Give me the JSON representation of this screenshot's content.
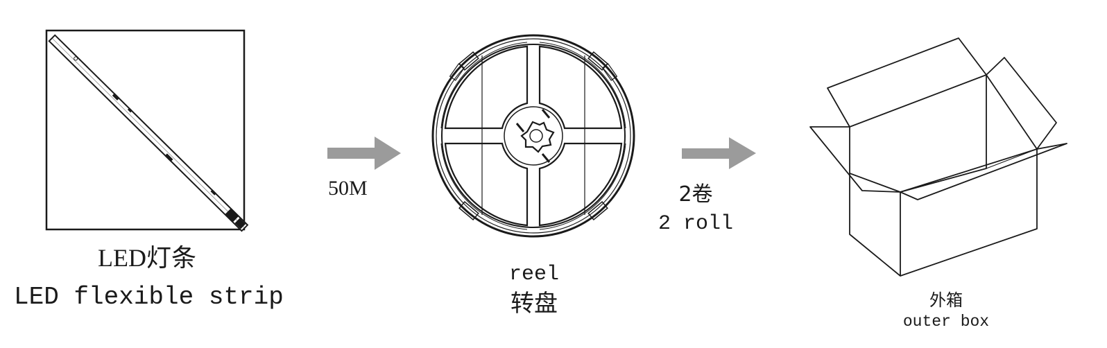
{
  "steps": [
    {
      "label_cn": "LED灯条",
      "label_en": "LED flexible strip"
    },
    {
      "label_en": "reel",
      "label_cn": "转盘"
    },
    {
      "label_cn": "外箱",
      "label_en": "outer box"
    }
  ],
  "arrows": [
    {
      "label": "50M"
    },
    {
      "label_cn": "2卷",
      "label_en": "2 roll"
    }
  ],
  "colors": {
    "arrow": "#9b9b9b",
    "line": "#1a1a1a"
  }
}
